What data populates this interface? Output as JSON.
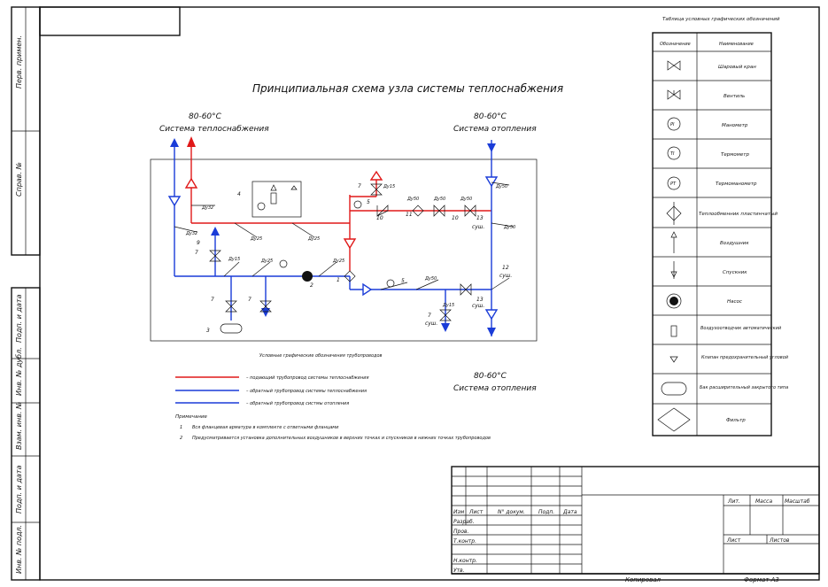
{
  "title": "Принципиальная схема узла системы теплоснабжения",
  "colors": {
    "supply": "#e01818",
    "return": "#1a3cd8",
    "line": "#111111"
  },
  "side_stamp": [
    "Перв. примен.",
    "Справ. №",
    "Подп. и дата",
    "Инв. № дубл.",
    "Взам. инв. №",
    "Подп. и дата",
    "Инв. № подл."
  ],
  "scheme": {
    "temp_left": "80-60°C",
    "label_left": "Система теплоснабжения",
    "temp_right_top": "80-60°C",
    "label_right_top": "Система отопления",
    "temp_right_bottom": "80-60°C",
    "label_right_bottom": "Система отопления",
    "callouts": [
      "1",
      "2",
      "3",
      "4",
      "5",
      "5",
      "7",
      "7",
      "7",
      "7",
      "7",
      "9",
      "10",
      "10",
      "11",
      "12",
      "13",
      "13"
    ],
    "drain_labels": [
      "суш.",
      "суш.",
      "суш.",
      "суш."
    ],
    "pipe_labels": {
      "du32": "Ду32",
      "du25": "Ду25",
      "du15": "Ду15",
      "du50": "Ду50"
    }
  },
  "legend": {
    "title": "Условные графические обозначения трубопроводов",
    "items": [
      {
        "color": "red",
        "text": "– подающий трубопровод системы теплоснабжения"
      },
      {
        "color": "blue",
        "text": "– обратный трубопровод системы теплоснабжения"
      },
      {
        "color": "blue",
        "text": "– обратный трубопровод систмы отопления"
      }
    ]
  },
  "notes": {
    "title": "Примечание",
    "items": [
      {
        "num": "1",
        "text": "Вся фланцевая арматура в комплекте с ответными фланцами"
      },
      {
        "num": "2",
        "text": "Предусматривается установка дополнительных воздушников в верхних точках и спускников в нижних точках трубопроводов"
      }
    ]
  },
  "symbols_table": {
    "title": "Таблица условных графических обозначений",
    "header": [
      "Обозначение",
      "Наименование"
    ],
    "rows": [
      {
        "icon": "ball-valve-icon",
        "name": "Шаровый кран"
      },
      {
        "icon": "gate-valve-icon",
        "name": "Вентиль"
      },
      {
        "icon": "manometer-icon",
        "name": "Манометр",
        "mark": "PI"
      },
      {
        "icon": "thermometer-icon",
        "name": "Термометр",
        "mark": "TI"
      },
      {
        "icon": "thermomanometer-icon",
        "name": "Термоманометр",
        "mark": "PT"
      },
      {
        "icon": "heat-exchanger-icon",
        "name": "Теплообменник пластинчатый"
      },
      {
        "icon": "air-vent-icon",
        "name": "Воздушник"
      },
      {
        "icon": "drain-icon",
        "name": "Спускник"
      },
      {
        "icon": "pump-icon",
        "name": "Насос"
      },
      {
        "icon": "auto-air-vent-icon",
        "name": "Воздухоотводчик автоматический"
      },
      {
        "icon": "safety-valve-icon",
        "name": "Клапан предохранительный угловой"
      },
      {
        "icon": "expansion-tank-icon",
        "name": "Бак расширительный закрытого типа"
      },
      {
        "icon": "filter-icon",
        "name": "Фильтр"
      }
    ]
  },
  "title_block": {
    "col_headers": [
      "Изм",
      "Лист",
      "N° докум.",
      "Подп.",
      "Дата"
    ],
    "rows": [
      "Разраб.",
      "Пров.",
      "Т.контр.",
      "",
      "Н.контр.",
      "Утв."
    ],
    "stage_headers": [
      "Лит.",
      "Масса",
      "Масштаб"
    ],
    "sheet": "Лист",
    "sheets": "Листов",
    "copied": "Копировал",
    "format": "Формат А3"
  }
}
